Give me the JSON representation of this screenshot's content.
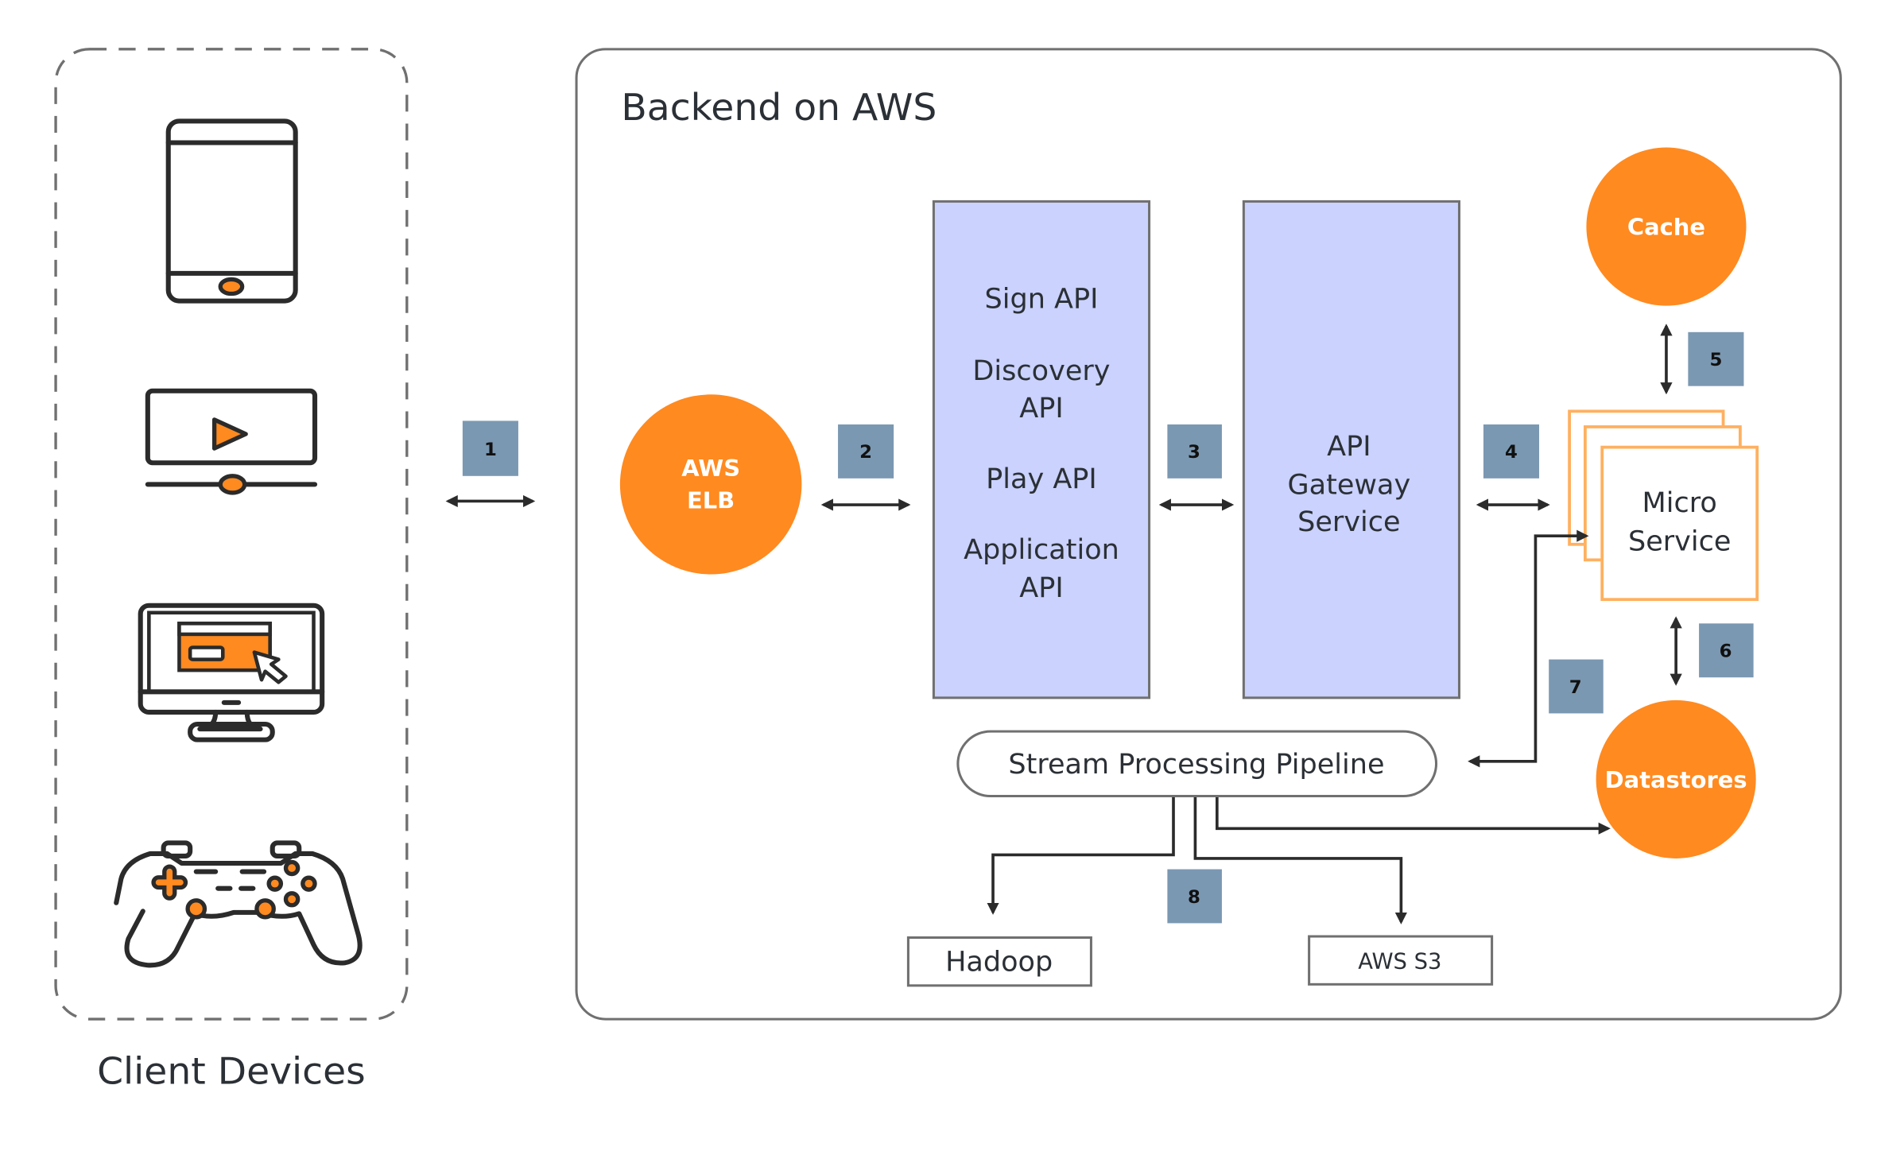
{
  "colors": {
    "orange": "#FF8A20",
    "api_box_fill": "#CAD2FD",
    "badge": "#7B98B2",
    "microservice_border": "#FFB060",
    "outline": "#707070",
    "text": "#2b3036"
  },
  "client_devices": {
    "label": "Client Devices",
    "icons": [
      "tablet-icon",
      "video-player-icon",
      "desktop-monitor-icon",
      "gamepad-icon"
    ]
  },
  "backend": {
    "title": "Backend on AWS",
    "elb": {
      "line1": "AWS",
      "line2": "ELB"
    },
    "api_list": {
      "items": [
        {
          "line1": "Sign API",
          "line2": ""
        },
        {
          "line1": "Discovery",
          "line2": "API"
        },
        {
          "line1": "Play API",
          "line2": ""
        },
        {
          "line1": "Application",
          "line2": "API"
        }
      ]
    },
    "gateway": {
      "line1": "API",
      "line2": "Gateway",
      "line3": "Service"
    },
    "cache": {
      "label": "Cache"
    },
    "microservice": {
      "line1": "Micro",
      "line2": "Service"
    },
    "datastores": {
      "label": "Datastores"
    },
    "pipeline": {
      "label": "Stream Processing Pipeline"
    },
    "hadoop": {
      "label": "Hadoop"
    },
    "s3": {
      "label": "AWS S3"
    }
  },
  "steps": [
    "1",
    "2",
    "3",
    "4",
    "5",
    "6",
    "7",
    "8"
  ]
}
